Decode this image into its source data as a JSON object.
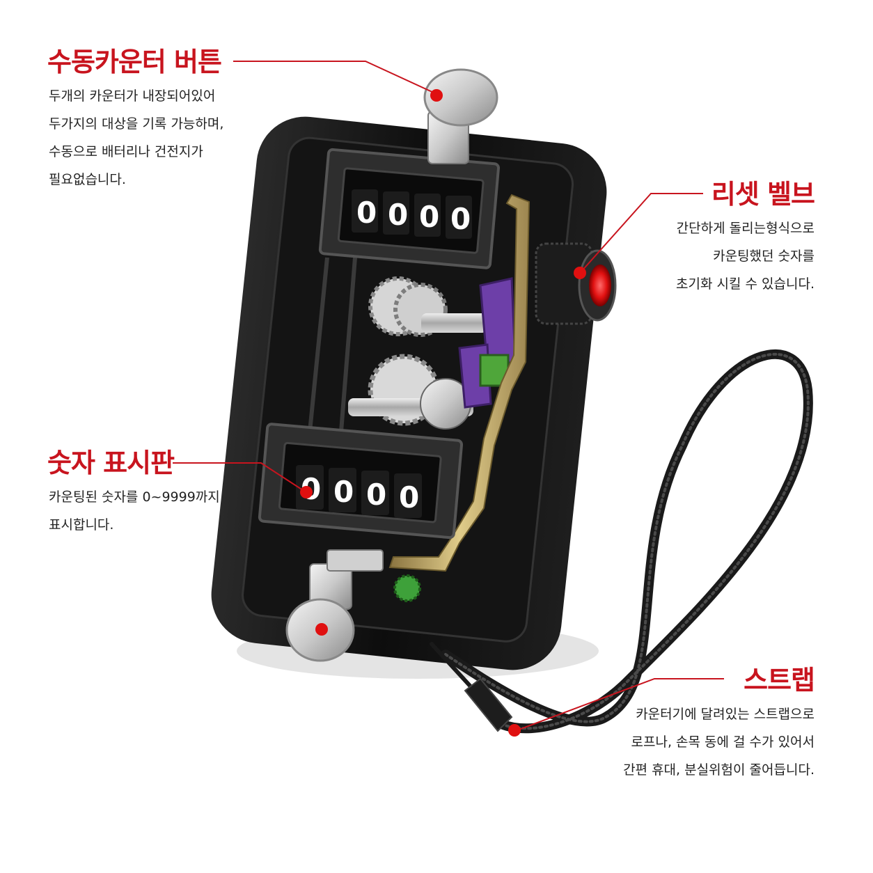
{
  "accent_color": "#c8141e",
  "labels": {
    "manual_button": {
      "title": "수동카운터 버튼",
      "lines": [
        "두개의 카운터가 내장되어있어",
        "두가지의 대상을 기록 가능하며,",
        "수동으로 배터리나 건전지가",
        "필요없습니다."
      ]
    },
    "reset_valve": {
      "title": "리셋 벨브",
      "lines": [
        "간단하게 돌리는형식으로",
        "카운팅했던 숫자를",
        "초기화 시킬 수 있습니다."
      ]
    },
    "display_panel": {
      "title": "숫자 표시판",
      "lines": [
        "카운팅된 숫자를 0~9999까지",
        "표시합니다."
      ]
    },
    "strap": {
      "title": "스트랩",
      "lines": [
        "카운터기에 달려있는 스트랩으로",
        "로프나, 손목 동에 걸 수가 있어서",
        "간편 휴대, 분실위험이 줄어듭니다."
      ]
    }
  },
  "counters": {
    "top": [
      "0",
      "0",
      "0",
      "0"
    ],
    "bottom": [
      "0",
      "0",
      "0",
      "0"
    ]
  }
}
